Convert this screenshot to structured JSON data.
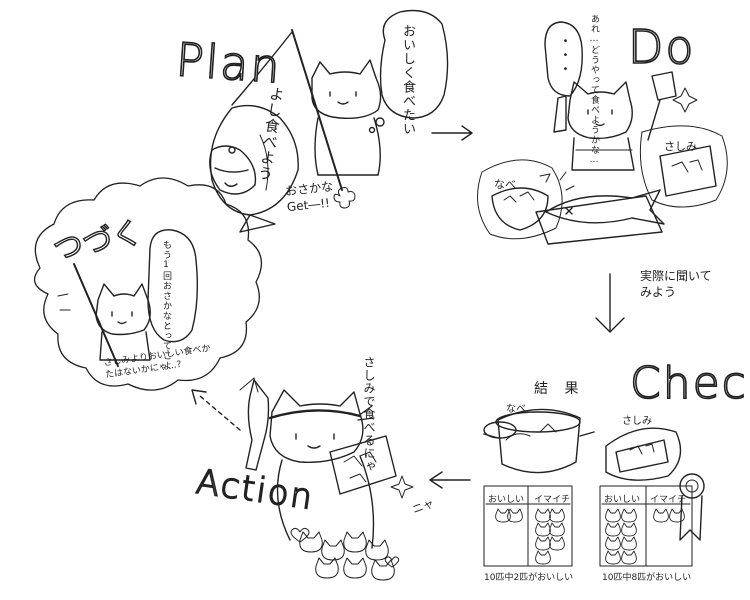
{
  "plan": {
    "title": "Plan",
    "bubble": "おいしく食べたい",
    "side": "よし食べよう",
    "get": "おさかなGet―!!"
  },
  "do": {
    "title": "Do",
    "bubble": "・・・",
    "thought": "あれ…どうやって食べようかな…",
    "sashimi": "さしみ",
    "nabe": "なべ"
  },
  "check": {
    "title": "Check",
    "caption": "実際に聞いてみよう",
    "result": "結 果",
    "nagu_label": "なべ",
    "sashimi_label": "さしみ",
    "col_good": "おいしい",
    "col_bad": "イマイチ",
    "summary_left": "10匹中2匹がおいしい",
    "summary_right": "10匹中8匹がおいしい"
  },
  "action": {
    "title": "Action",
    "bubble": "さしみで食べるにゃ",
    "cheer": "ニャ"
  },
  "continue": {
    "title": "つづく",
    "bubble": "もう1回おさかなとってこよ",
    "note": "さしみよりおいしい食べかたはないかにゃ…?"
  }
}
